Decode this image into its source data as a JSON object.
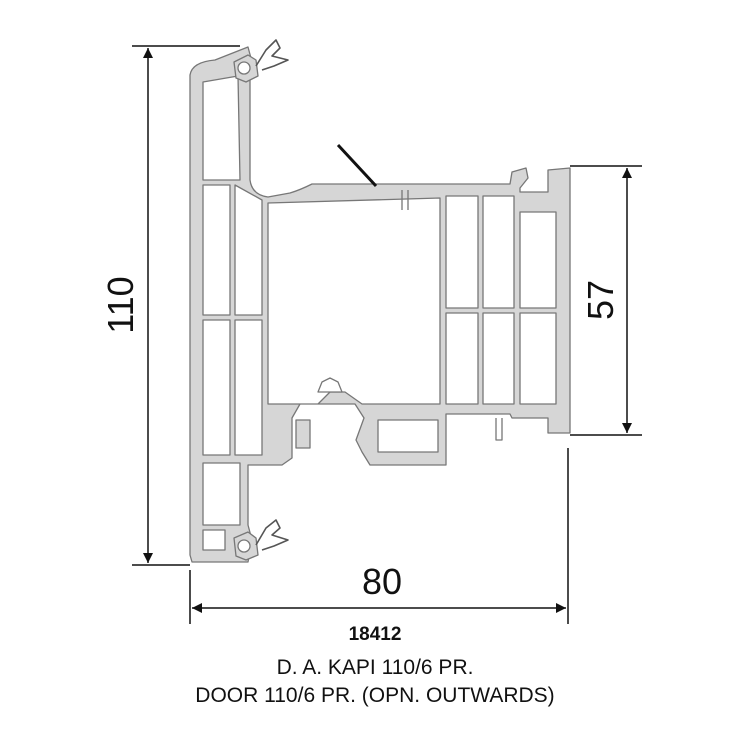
{
  "dimensions": {
    "height": "110",
    "width": "80",
    "inner_height": "57"
  },
  "caption": {
    "code": "18412",
    "line1": "D. A. KAPI 110/6 PR.",
    "line2": "DOOR 110/6 PR. (OPN. OUTWARDS)"
  },
  "colors": {
    "profile_fill": "#d6d6d6",
    "profile_stroke": "#777777",
    "dimension_line": "#111111"
  }
}
